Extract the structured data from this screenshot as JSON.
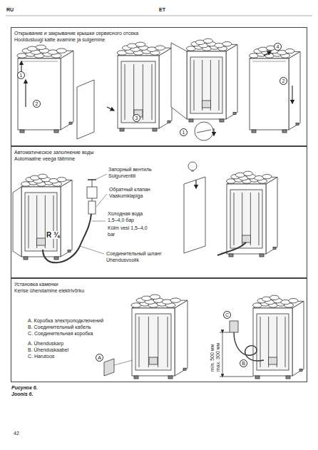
{
  "diagram": {
    "caption": "Рисунок 6. Joonis 6.",
    "nodes": [
      {
        "text": [
          "Открывание и закрывание крышки сервисного отсека",
          "Hooldusluugi katte avamine ja sulgemine"
        ]
      },
      {
        "text": [
          "Автоматическое заполнение воды",
          "Automaatne veega täitmine"
        ]
      },
      {
        "text": [
          "Установка каменки",
          "Kerise ühendamine elektrivõrku"
        ]
      }
    ],
    "labels": [
      "RU",
      "ET",
      "1",
      "2",
      "3",
      "1",
      "4",
      "2",
      "Запорный вентиль",
      "Sulgurventiil",
      "Обратный клапан",
      "Vaakumklapiga",
      "Холодная вода 1,5–4,0 бар",
      "Külm vesi 1,5–4,0 bar",
      "Соединительный шланг",
      "Ühendusvoolik",
      "R ¾",
      "A. Коробка электроподключений",
      "B. Соединительный кабель",
      "C. Соединительная коробка",
      "A. Ühenduskarp",
      "B. Ühenduskaabel",
      "C. Harutoos",
      "A",
      "C",
      "B",
      "min. 500 мм",
      "max. 300 мм",
      "42"
    ]
  }
}
